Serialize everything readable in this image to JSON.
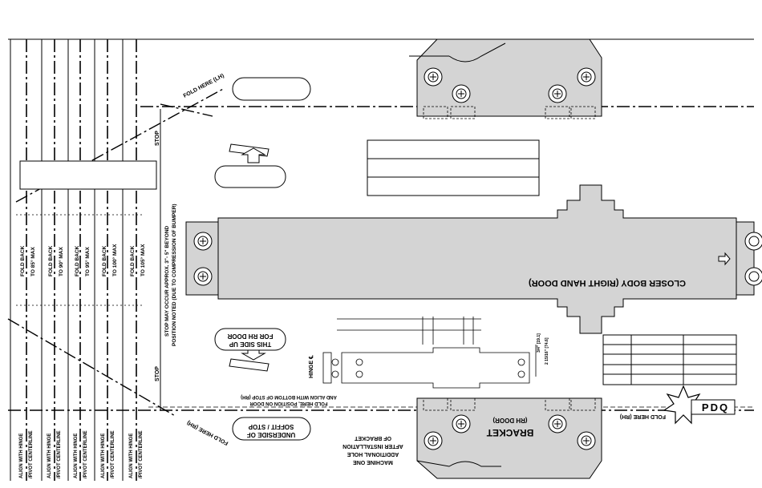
{
  "fold_labels": {
    "lh": "FOLD HERE (LH)",
    "rh_left": "FOLD HERE (RH)",
    "rh_right": "FOLD HERE (RH)"
  },
  "stop_labels": {
    "top": "STOP",
    "bottom": "STOP"
  },
  "stop_note": {
    "line1": "STOP MAY OCCUR APPROX. 3\"- 5\" BEYOND",
    "line2": "POSITION NOTED (DUE TO COMPRESSION OF BUMPER)"
  },
  "fold_back_columns": [
    {
      "line1": "FOLD BACK",
      "line2": "TO 85° MAX"
    },
    {
      "line1": "FOLD BACK",
      "line2": "TO 90° MAX"
    },
    {
      "line1": "FOLD BACK",
      "line2": "TO 95° MAX"
    },
    {
      "line1": "FOLD BACK",
      "line2": "TO 100° MAX"
    },
    {
      "line1": "FOLD BACK",
      "line2": "TO 105° MAX"
    }
  ],
  "align_line1": "ALIGN WITH HINGE",
  "align_line2": "/PIVOT CENTERLINE",
  "closer_body_label": "CLOSER BODY (RIGHT HAND DOOR)",
  "this_side_up": {
    "line1": "THIS SIDE UP",
    "line2": "FOR RH DOOR"
  },
  "soffit": {
    "line1": "UNDERSIDE OF",
    "line2": "SOFFIT / STOP"
  },
  "door_fold_note": {
    "line1": "FOLD HERE, POSITION ON DOOR",
    "line2": "AND ALIGN WITH BOTTOM OF STOP (RH)"
  },
  "bracket": {
    "title": "BRACKET",
    "subtitle": "(RH DOOR)"
  },
  "machine_note": {
    "line1": "MACHINE ONE",
    "line2": "ADDITIONAL HOLE",
    "line3": "AFTER INSTALLATION",
    "line4": "OF BRACKET"
  },
  "hinge_label": "HINGE ℄",
  "dims": {
    "d1": "3/4\" [19.1]",
    "d2": "2 15/16\" [74.6]"
  },
  "logo_text": "PDQ"
}
